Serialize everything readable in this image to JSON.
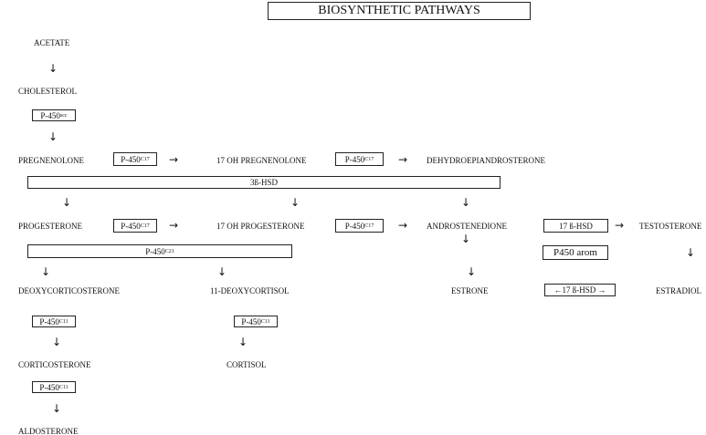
{
  "title": "BIOSYNTHETIC PATHWAYS",
  "compounds": {
    "acetate": "ACETATE",
    "cholesterol": "CHOLESTEROL",
    "pregnenolone": "PREGNENOLONE",
    "oh17_pregnenolone": "17 OH PREGNENOLONE",
    "dhea": "DEHYDROEPIANDROSTERONE",
    "progesterone": "PROGESTERONE",
    "oh17_progesterone": "17 OH PROGESTERONE",
    "androstenedione": "ANDROSTENEDIONE",
    "testosterone": "TESTOSTERONE",
    "deoxycorticosterone": "DEOXYCORTICOSTERONE",
    "deoxycortisol": "11-DEOXYCORTISOL",
    "estrone": "ESTRONE",
    "estradiol": "ESTRADIOL",
    "corticosterone": "CORTICOSTERONE",
    "cortisol": "CORTISOL",
    "aldosterone": "ALDOSTERONE"
  },
  "enzymes": {
    "p450": "P-450",
    "scc": "scc",
    "c17": "C17",
    "c21": "C21",
    "c11": "C11",
    "hsd3b": "3ß-HSD",
    "hsd17b": "17 ß-HSD",
    "arom": "P450 arom",
    "hsd17b_rev": "←17 ß-HSD →"
  },
  "arrows": {
    "down": "↓",
    "right": "→"
  }
}
